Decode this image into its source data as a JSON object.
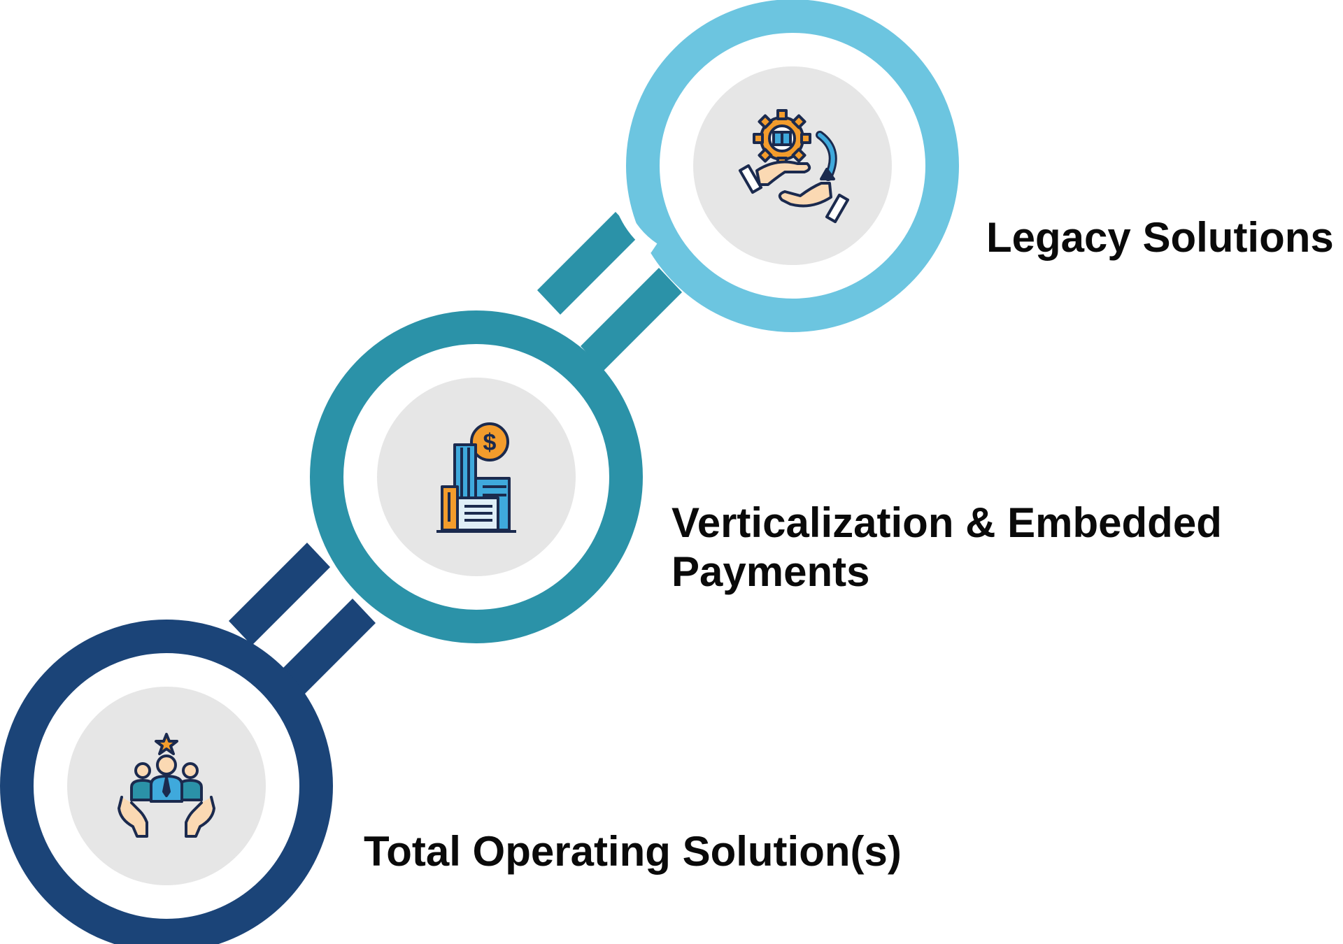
{
  "colors": {
    "ring_light": "#6cc5e0",
    "ring_mid": "#2b92a8",
    "ring_dark": "#1b4478",
    "disc": "#e6e6e6",
    "icon_outline": "#1b2a4e",
    "icon_orange": "#f39c2c",
    "icon_blue": "#3fa9dc",
    "icon_teal": "#2b92a8",
    "icon_skin": "#fbd9b3",
    "label_text": "#0a0a0a"
  },
  "stages": [
    {
      "id": "legacy",
      "label": "Legacy Solutions",
      "icon": "gear-exchange-hands-icon",
      "ring_color": "#6cc5e0"
    },
    {
      "id": "vertical",
      "label_line1": "Verticalization & Embedded",
      "label_line2": "Payments",
      "icon": "buildings-dollar-icon",
      "ring_color": "#2b92a8"
    },
    {
      "id": "total",
      "label": "Total Operating Solution(s)",
      "icon": "team-star-hands-icon",
      "ring_color": "#1b4478"
    }
  ],
  "icon_glyphs": {
    "dollar": "$"
  }
}
